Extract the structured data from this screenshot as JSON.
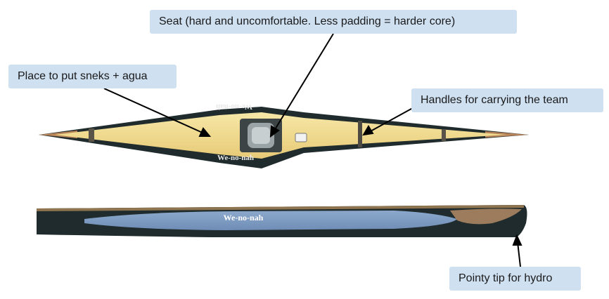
{
  "callouts": {
    "seat": "Seat (hard and uncomfortable. Less padding = harder core)",
    "snacks": "Place to put sneks + agua",
    "handles": "Handles for carrying the team",
    "tip": "Pointy tip for hydro"
  },
  "boat": {
    "brand_top_mirrored": "We-no-nah",
    "brand_top": "We-no-nah",
    "brand_side": "We-no-nah"
  },
  "colors": {
    "hull_dark": "#1f2b2c",
    "interior_yellow": "#efd98e",
    "side_blue": "#7e9bc2",
    "callout_bg": "#cfe0f1",
    "trim": "#b7845a"
  }
}
